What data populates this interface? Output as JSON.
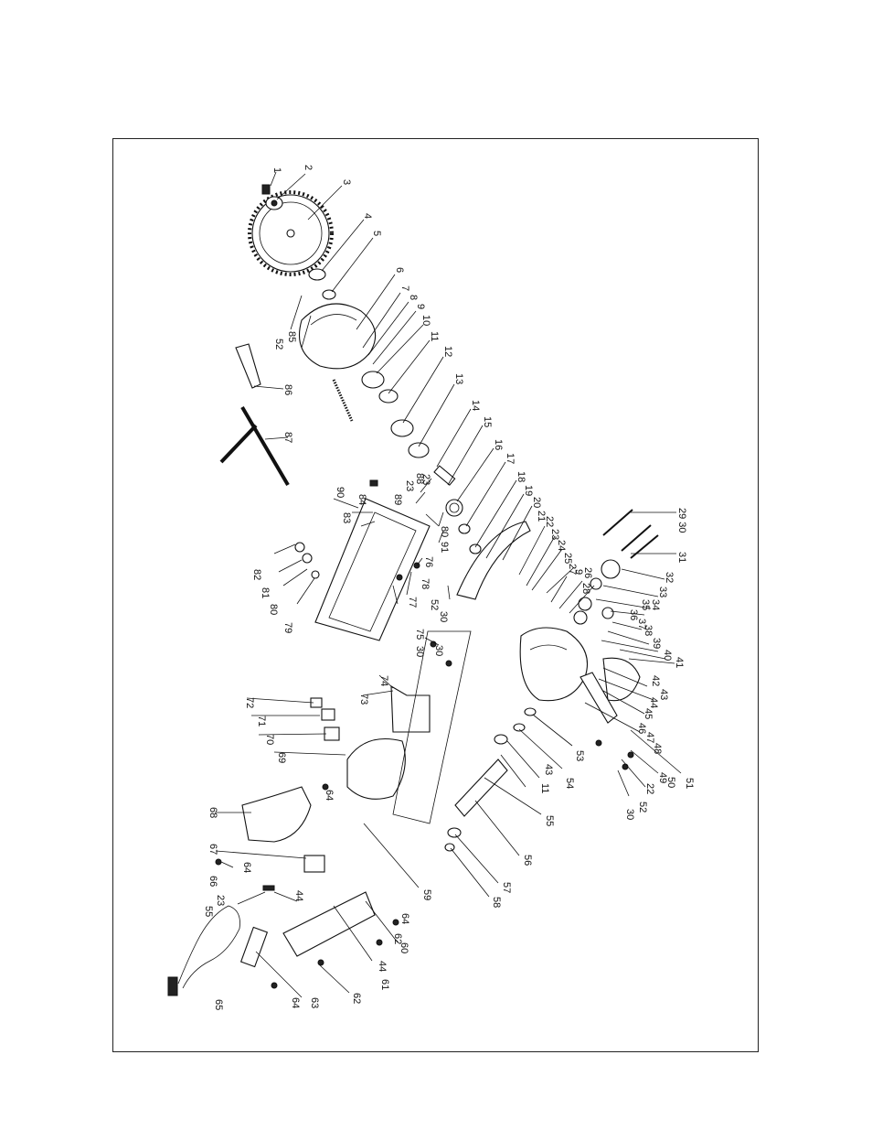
{
  "callouts": [
    "1",
    "2",
    "3",
    "4",
    "5",
    "6",
    "7",
    "8",
    "9",
    "10",
    "11",
    "12",
    "13",
    "14",
    "15",
    "16",
    "17",
    "18",
    "19",
    "20",
    "21",
    "22",
    "23",
    "23",
    "24",
    "25",
    "27",
    "9",
    "26",
    "28",
    "29 30",
    "31",
    "32",
    "33",
    "34",
    "35",
    "36",
    "37",
    "38",
    "39",
    "40",
    "41",
    "42",
    "43",
    "44",
    "45",
    "46",
    "47",
    "48",
    "49",
    "50",
    "51",
    "22",
    "52",
    "30",
    "30",
    "53",
    "54",
    "11",
    "43",
    "55",
    "56",
    "57",
    "58",
    "59",
    "60",
    "62",
    "64",
    "44",
    "61",
    "62",
    "63",
    "64",
    "65",
    "55",
    "23",
    "66",
    "44",
    "64",
    "67",
    "68",
    "64",
    "69",
    "70",
    "71",
    "72",
    "73",
    "74",
    "75",
    "30",
    "76",
    "77",
    "78",
    "79",
    "80",
    "81",
    "82",
    "83",
    "84",
    "90",
    "88",
    "23",
    "89",
    "80",
    "91",
    "52",
    "30",
    "85",
    "52",
    "86",
    "87"
  ]
}
